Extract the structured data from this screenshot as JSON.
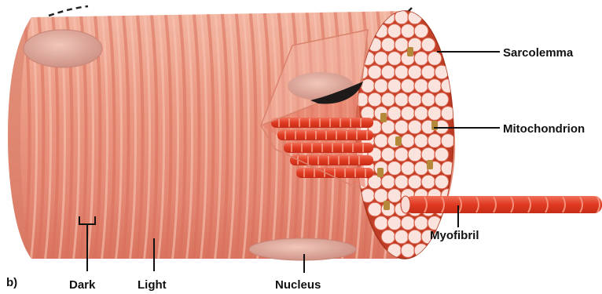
{
  "figure": {
    "panel_label": "b)",
    "labels": {
      "sarcolemma": "Sarcolemma",
      "mitochondrion": "Mitochondrion",
      "myofibril": "Myofibril",
      "nucleus": "Nucleus",
      "dark": "Dark",
      "light": "Light"
    }
  },
  "colors": {
    "fiber_base": "#e9957f",
    "fiber_light": "#f6c3b0",
    "fiber_dark": "#c8634f",
    "myofibril_red": "#e5402a",
    "myofibril_end": "#f9dcd6",
    "nucleus": "#d99a8d",
    "mitochondrion": "#b5893a",
    "leader_line": "#111111"
  }
}
